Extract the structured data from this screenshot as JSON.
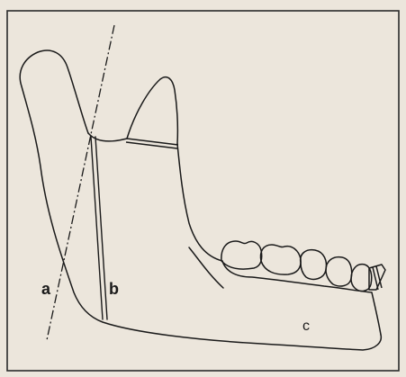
{
  "figure": {
    "labels": {
      "a": "a",
      "b": "b",
      "c": "c"
    },
    "colors": {
      "paper": "#ece6dc",
      "line": "#1a1a1a",
      "frame": "#2a2a2a"
    }
  }
}
